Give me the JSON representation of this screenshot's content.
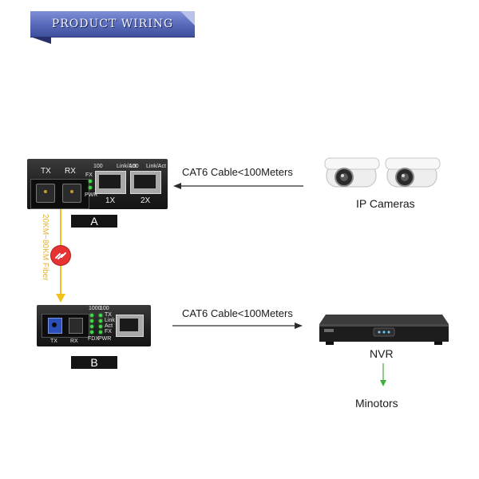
{
  "banner": {
    "title": "PRODUCT WIRING"
  },
  "device_a": {
    "label": "A",
    "fiber_tx": "TX",
    "fiber_rx": "RX",
    "led_labels": [
      "FX",
      "PWR"
    ],
    "port_top_labels": [
      "100",
      "Link/Act",
      "100",
      "Link/Act"
    ],
    "port_labels": [
      "1X",
      "2X"
    ]
  },
  "device_b": {
    "label": "B",
    "fiber_tx": "TX",
    "fiber_rx": "RX",
    "led_top_labels": [
      "1000",
      "100"
    ],
    "led_side_labels": [
      "TX",
      "Link",
      "Act",
      "FX"
    ],
    "led_bottom_labels": [
      "FDX",
      "PWR"
    ]
  },
  "links": {
    "top_cable": "CAT6 Cable<100Meters",
    "bottom_cable": "CAT6 Cable<100Meters",
    "fiber": "20KM~80KM Fiber"
  },
  "endpoints": {
    "cameras": "IP Cameras",
    "nvr": "NVR",
    "monitors": "Minotors"
  },
  "colors": {
    "banner": "#5668b8",
    "fiber_line": "#f2c21a",
    "fiber_badge": "#e53232",
    "monitor_arrow": "#3fae3a",
    "cable_arrow": "#2a2a2a"
  }
}
